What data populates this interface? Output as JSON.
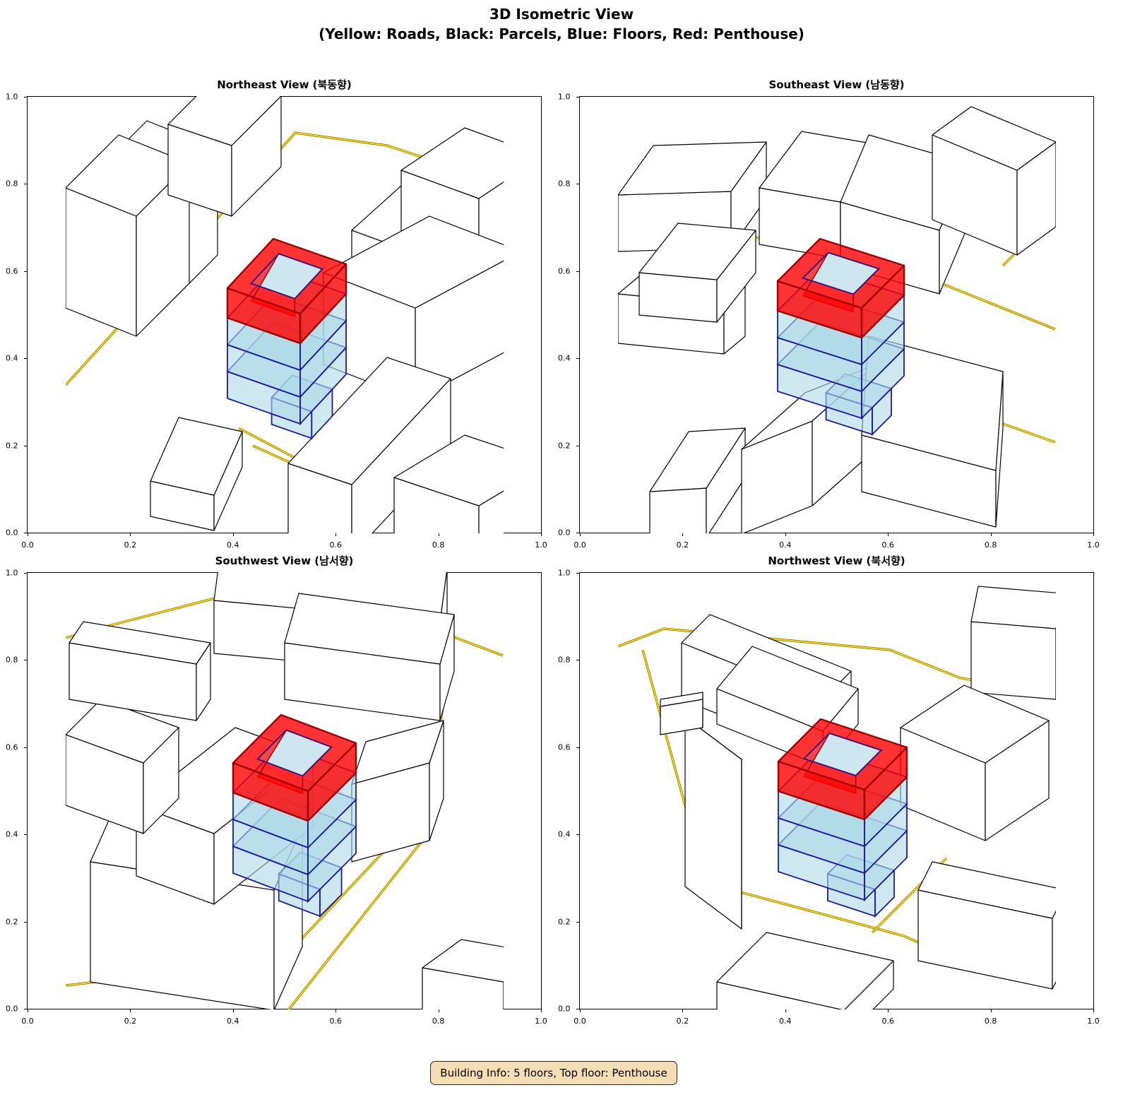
{
  "figure": {
    "title_line1": "3D Isometric View",
    "title_line2": "(Yellow: Roads, Black: Parcels, Blue: Floors, Red: Penthouse)"
  },
  "ticks": [
    "0.0",
    "0.2",
    "0.4",
    "0.6",
    "0.8",
    "1.0"
  ],
  "panels": [
    {
      "title": "Northeast View (북동향)"
    },
    {
      "title": "Southeast View (남동향)"
    },
    {
      "title": "Southwest View (남서향)"
    },
    {
      "title": "Northwest View (북서향)"
    }
  ],
  "colors": {
    "road": "#ffd700",
    "parcel": "#000000",
    "floor_fill": "#add8e6",
    "floor_edge": "#1a1aa6",
    "penthouse": "#ff0000"
  },
  "info": {
    "text": "Building Info: 5 floors, Top floor: Penthouse"
  }
}
